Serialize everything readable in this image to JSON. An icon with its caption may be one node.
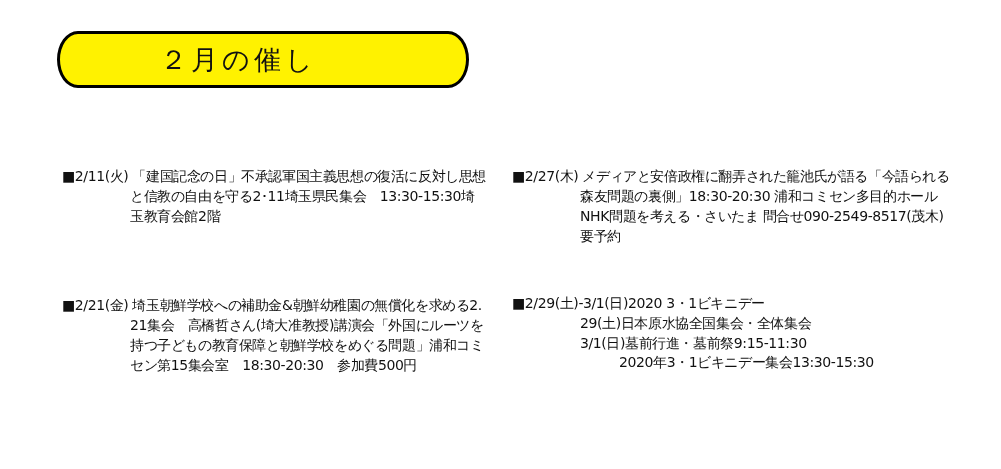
{
  "diagram": {
    "nodes": [
      {
        "text": [
          "２月の催し"
        ]
      }
    ],
    "labels": [
      "■2/11(火) 「建国記念の日」不承認軍国主義思想の復活に反対し思想と信教の自由を守る2･11埼玉県民集会　13:30-15:30埼玉教育会館2階",
      "■2/27(木) メディアと安倍政権に翻弄された籠池氏が語る「今語られる森友問題の裏側」18:30-20:30 浦和コミセン多目的ホール NHK問題を考える・さいたま 問合せ090-2549-8517(茂木)要予約",
      "■2/21(金) 埼玉朝鮮学校への補助金&朝鮮幼稚園の無償化を求める2. 21集会　高橋哲さん(埼大准教授)講演会「外国にルーツを持つ子どもの教育保障と朝鮮学校をめぐる問題」浦和コミセン第15集会室　18:30-20:30　参加費500円",
      "■2/29(土)-3/1(日)2020 3・1ビキニデー",
      "29(土)日本原水協全国集会・全体集会",
      "3/1(日)墓前行進・墓前祭9:15-11:30",
      "2020年3・1ビキニデー集会13:30-15:30"
    ]
  }
}
